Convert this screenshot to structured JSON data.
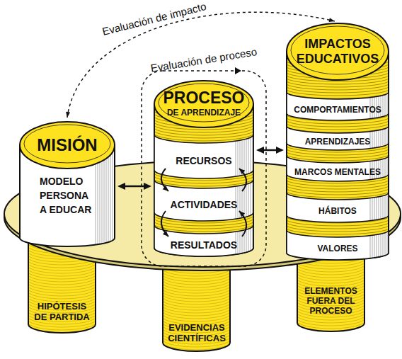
{
  "diagram": {
    "nodes": [
      {
        "text": [
          "MISIÓN",
          "MODELO PERSONA A EDUCAR"
        ]
      },
      {
        "text": [
          "Evaluación de proceso"
        ]
      },
      {
        "text": [
          "PROCESO DE APRENDIZAJE"
        ],
        "in": 1
      },
      {
        "text": [
          "RECURSOS"
        ],
        "in": 2
      },
      {
        "text": [
          "ACTIVIDADES"
        ],
        "in": 2
      },
      {
        "text": [
          "RESULTADOS"
        ],
        "in": 2
      },
      {
        "text": [
          "IMPACTOS EDUCATIVOS"
        ]
      },
      {
        "text": [
          "COMPORTAMIENTOS"
        ],
        "in": 6
      },
      {
        "text": [
          "APRENDIZAJES"
        ],
        "in": 6
      },
      {
        "text": [
          "MARCOS MENTALES"
        ],
        "in": 6
      },
      {
        "text": [
          "HÁBITOS"
        ],
        "in": 6
      },
      {
        "text": [
          "VALORES"
        ],
        "in": 6
      },
      {
        "text": [
          "HIPÓTESIS DE PARTIDA"
        ]
      },
      {
        "text": [
          "EVIDENCIAS CIENTÍFICAS"
        ]
      },
      {
        "text": [
          "ELEMENTOS FUERA DEL PROCESO"
        ]
      }
    ],
    "edges": [
      {
        "from": 0,
        "to": 6,
        "label": "Evaluación de impacto",
        "arrow": "both"
      },
      {
        "from": 0,
        "to": 2,
        "arrow": "both"
      },
      {
        "from": 2,
        "to": 6,
        "arrow": "both"
      },
      {
        "from": 3,
        "to": 4,
        "arrow": "to"
      },
      {
        "from": 4,
        "to": 5,
        "arrow": "to"
      },
      {
        "from": 5,
        "to": 4,
        "arrow": "to"
      },
      {
        "from": 4,
        "to": 3,
        "arrow": "to"
      }
    ]
  }
}
